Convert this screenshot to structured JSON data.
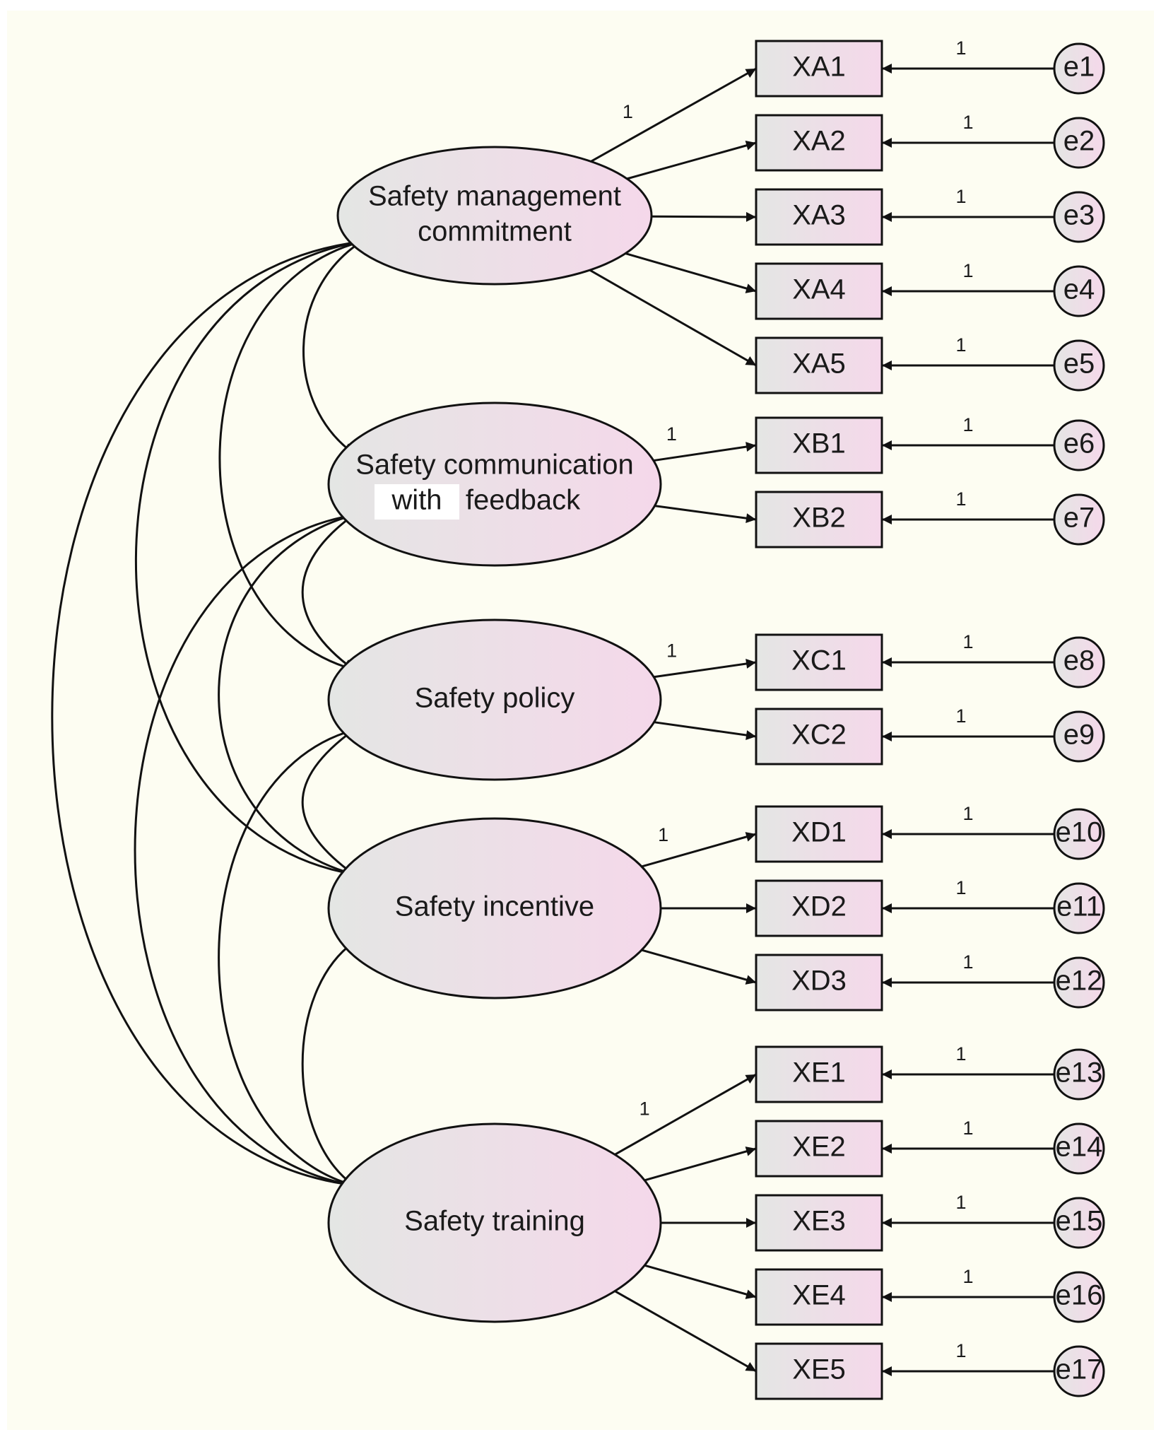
{
  "colors": {
    "background": "#fdfdf2",
    "node_fill_left": "#e4e6e4",
    "node_fill_right": "#f5d8ea",
    "line": "#111111",
    "label_patch": "#ffffff"
  },
  "latent_variables": [
    {
      "id": "L1",
      "lines": [
        "Safety management",
        "commitment"
      ]
    },
    {
      "id": "L2",
      "lines": [
        "Safety communication",
        "feedback"
      ],
      "patched_word": "with"
    },
    {
      "id": "L3",
      "lines": [
        "Safety policy"
      ]
    },
    {
      "id": "L4",
      "lines": [
        "Safety incentive"
      ]
    },
    {
      "id": "L5",
      "lines": [
        "Safety training"
      ]
    }
  ],
  "indicators": [
    {
      "name": "XA1",
      "latent": "L1",
      "error": "e1",
      "loading_label": "1",
      "error_label": "1"
    },
    {
      "name": "XA2",
      "latent": "L1",
      "error": "e2",
      "loading_label": "",
      "error_label": "1"
    },
    {
      "name": "XA3",
      "latent": "L1",
      "error": "e3",
      "loading_label": "",
      "error_label": "1"
    },
    {
      "name": "XA4",
      "latent": "L1",
      "error": "e4",
      "loading_label": "",
      "error_label": "1"
    },
    {
      "name": "XA5",
      "latent": "L1",
      "error": "e5",
      "loading_label": "",
      "error_label": "1"
    },
    {
      "name": "XB1",
      "latent": "L2",
      "error": "e6",
      "loading_label": "1",
      "error_label": "1"
    },
    {
      "name": "XB2",
      "latent": "L2",
      "error": "e7",
      "loading_label": "",
      "error_label": "1"
    },
    {
      "name": "XC1",
      "latent": "L3",
      "error": "e8",
      "loading_label": "1",
      "error_label": "1"
    },
    {
      "name": "XC2",
      "latent": "L3",
      "error": "e9",
      "loading_label": "",
      "error_label": "1"
    },
    {
      "name": "XD1",
      "latent": "L4",
      "error": "e10",
      "loading_label": "1",
      "error_label": "1"
    },
    {
      "name": "XD2",
      "latent": "L4",
      "error": "e11",
      "loading_label": "",
      "error_label": "1"
    },
    {
      "name": "XD3",
      "latent": "L4",
      "error": "e12",
      "loading_label": "",
      "error_label": "1"
    },
    {
      "name": "XE1",
      "latent": "L5",
      "error": "e13",
      "loading_label": "1",
      "error_label": "1"
    },
    {
      "name": "XE2",
      "latent": "L5",
      "error": "e14",
      "loading_label": "",
      "error_label": "1"
    },
    {
      "name": "XE3",
      "latent": "L5",
      "error": "e15",
      "loading_label": "",
      "error_label": "1"
    },
    {
      "name": "XE4",
      "latent": "L5",
      "error": "e16",
      "loading_label": "",
      "error_label": "1"
    },
    {
      "name": "XE5",
      "latent": "L5",
      "error": "e17",
      "loading_label": "",
      "error_label": "1"
    }
  ],
  "covariances": [
    [
      "L1",
      "L2"
    ],
    [
      "L1",
      "L3"
    ],
    [
      "L1",
      "L4"
    ],
    [
      "L1",
      "L5"
    ],
    [
      "L2",
      "L3"
    ],
    [
      "L2",
      "L4"
    ],
    [
      "L2",
      "L5"
    ],
    [
      "L3",
      "L4"
    ],
    [
      "L3",
      "L5"
    ],
    [
      "L4",
      "L5"
    ]
  ]
}
